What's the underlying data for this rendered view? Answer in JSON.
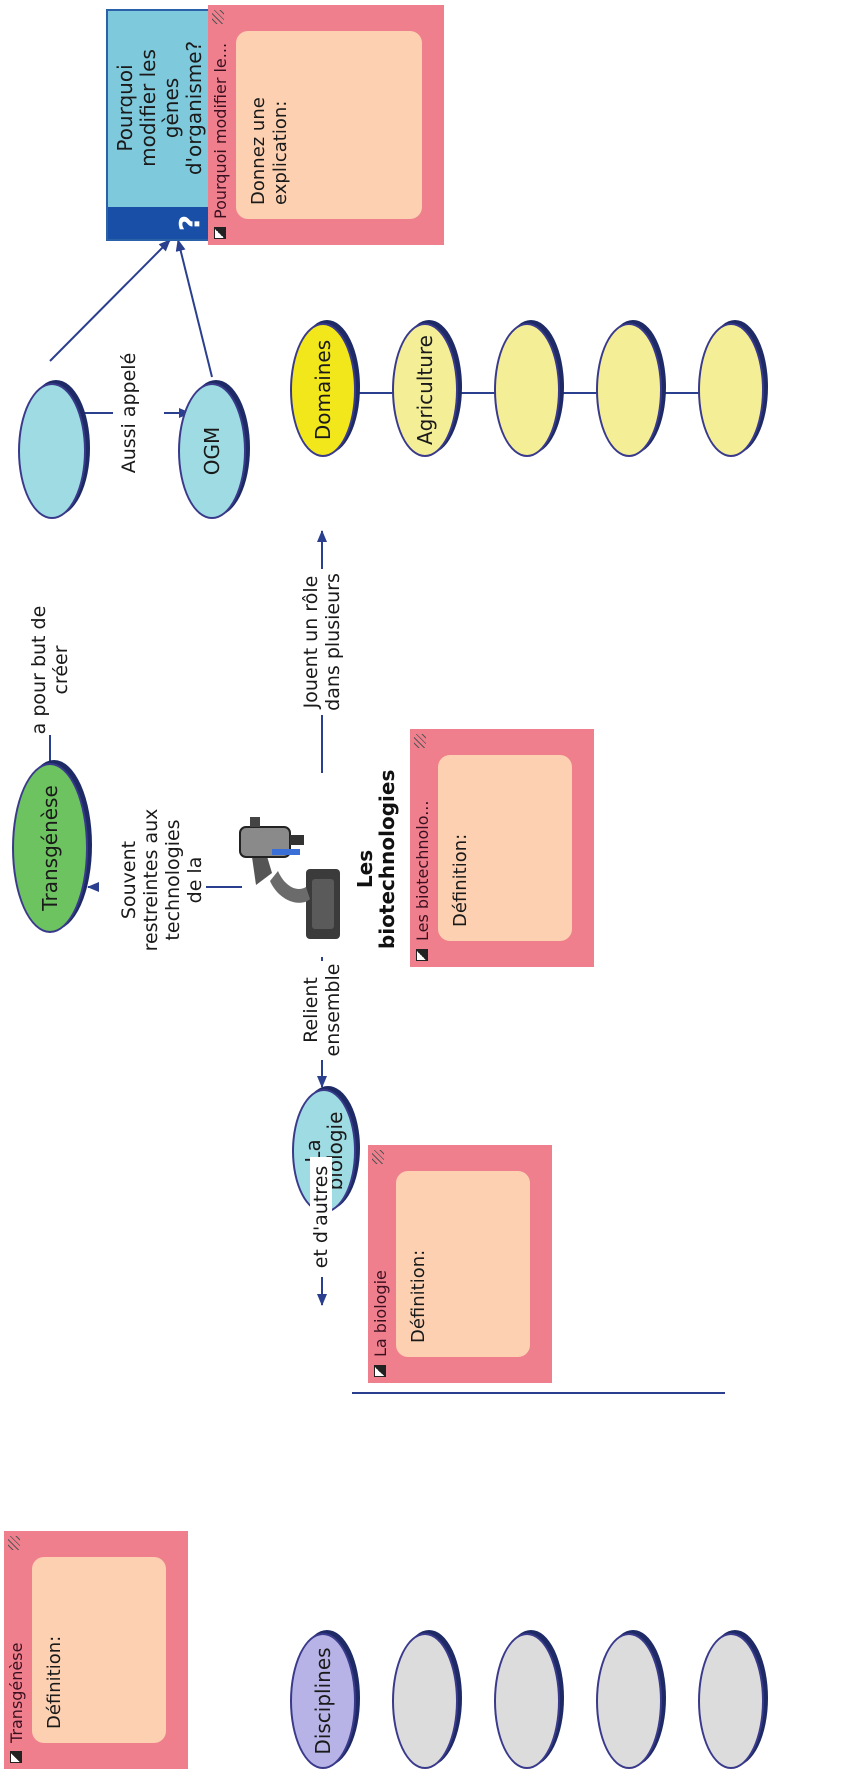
{
  "nodes": {
    "transgenese": "Transgénèse",
    "untitled_top": "",
    "ogm": "OGM",
    "domaines": "Domaines",
    "agriculture": "Agriculture",
    "domaine_3": "",
    "domaine_4": "",
    "domaine_5": "",
    "la_biologie": "La\nbiologie",
    "disciplines": "Disciplines",
    "discipline_2": "",
    "discipline_3": "",
    "discipline_4": "",
    "discipline_5": ""
  },
  "links": {
    "a_pour_but": "a pour but de\ncréer",
    "aussi_appele": "Aussi appelé",
    "jouent_role": "Jouent un rôle\ndans plusieurs",
    "souvent_restreintes": "Souvent\nrestreintes aux\ntechnologies\nde la",
    "relient_ensemble": "Relient\nensemble",
    "et_autres": "et d'autres"
  },
  "center": {
    "title": "Les\nbiotechnologies",
    "icon": "microscope-icon"
  },
  "question": {
    "icon": "?",
    "text": "Pourquoi\nmodifier les\ngènes\nd'organisme?"
  },
  "notes": {
    "pourquoi": {
      "title": "Pourquoi modifier le...",
      "body": "Donnez une\nexplication:"
    },
    "biotech": {
      "title": "Les biotechnolo...",
      "body": "Définition:"
    },
    "transgenese": {
      "title": "Transgénèse",
      "body": "Définition:"
    },
    "biologie": {
      "title": "La biologie",
      "body": "Définition:"
    }
  },
  "colors": {
    "note": "#ef7f8c",
    "note_body": "#fcd0b0",
    "connector": "#2b3f8f",
    "node_green": "#6dc35f",
    "node_cyan": "#9edbe2",
    "node_yellow": "#f4ef97",
    "node_yellow_strong": "#f2e71a",
    "node_violet": "#b7b3e6",
    "node_grey": "#dcdcdc"
  }
}
